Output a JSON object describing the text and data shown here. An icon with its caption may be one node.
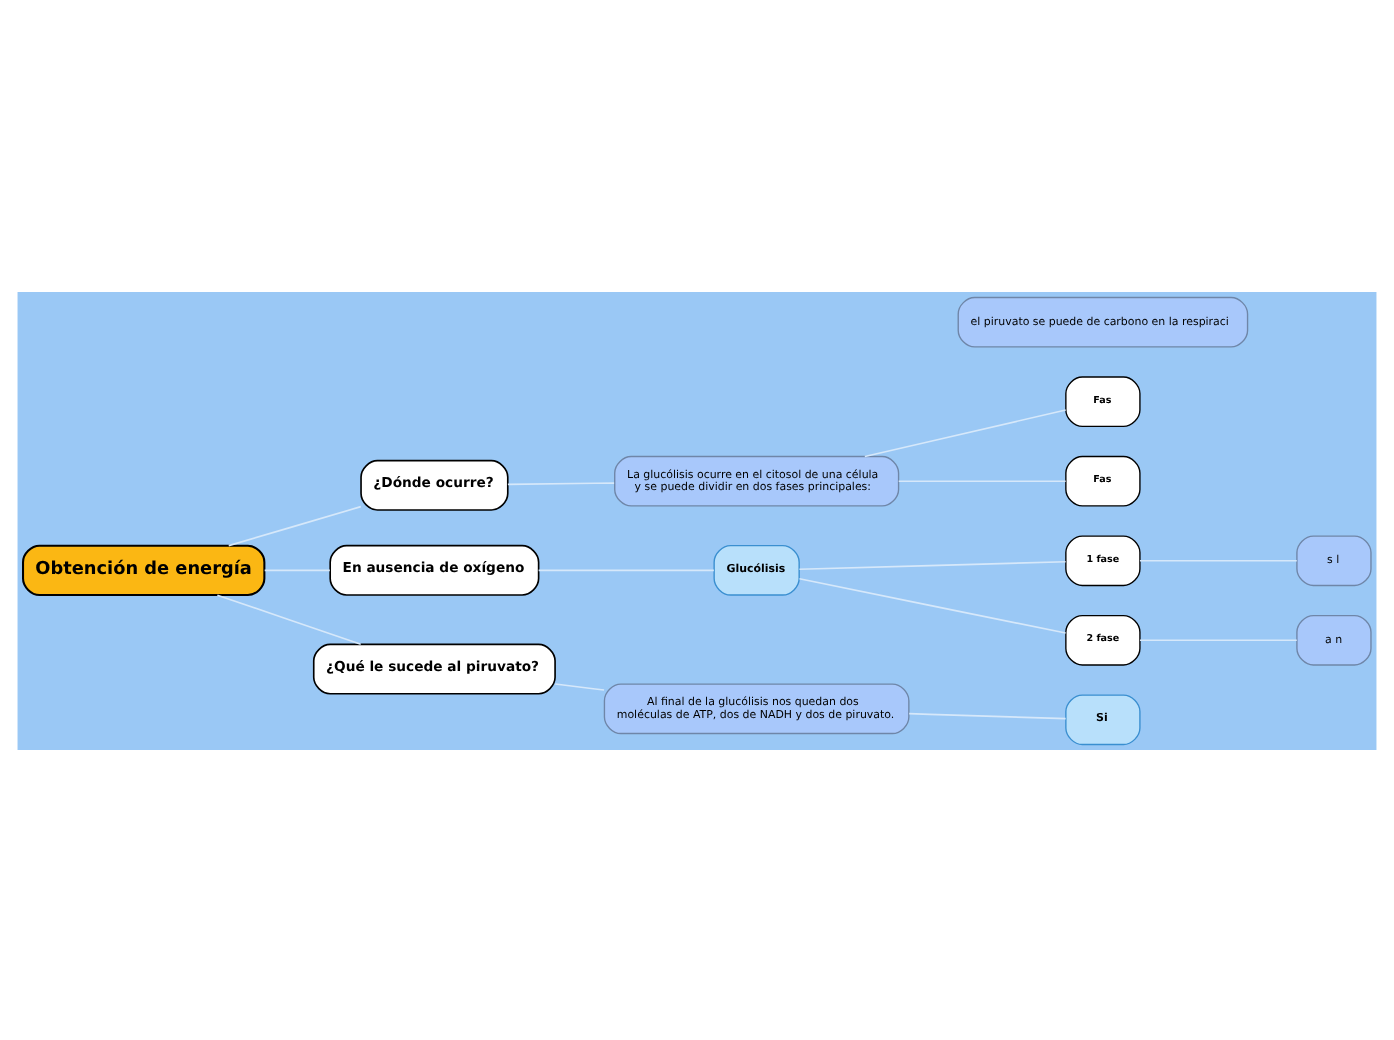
{
  "diagram": {
    "nodes": [
      {
        "text": [
          "Obtención de energía"
        ]
      },
      {
        "text": [
          "¿Dónde ocurre?"
        ]
      },
      {
        "text": [
          "La glucólisis ocurre en el citosol de una célula y se puede dividir en dos fases principales:"
        ]
      },
      {
        "text": [
          "Fas"
        ]
      },
      {
        "text": [
          "Fas"
        ]
      },
      {
        "text": [
          "En ausencia de oxígeno"
        ]
      },
      {
        "text": [
          "Glucólisis"
        ]
      },
      {
        "text": [
          "1 fase"
        ]
      },
      {
        "text": [
          "2 fase"
        ]
      },
      {
        "text": [
          "s l"
        ]
      },
      {
        "text": [
          "a n"
        ]
      },
      {
        "text": [
          "¿Qué le sucede al piruvato?"
        ]
      },
      {
        "text": [
          "Al final de la glucólisis nos quedan dos moléculas de ATP, dos de NADH y dos de piruvato."
        ]
      },
      {
        "text": [
          "Si"
        ]
      },
      {
        "text": [
          "el piruvato se puede de carbono en la respiraci"
        ]
      }
    ],
    "edges": [
      {
        "from": 0,
        "to": 1,
        "arrow": "none"
      },
      {
        "from": 1,
        "to": 2,
        "arrow": "none"
      },
      {
        "from": 2,
        "to": 3,
        "arrow": "none"
      },
      {
        "from": 2,
        "to": 4,
        "arrow": "none"
      },
      {
        "from": 0,
        "to": 5,
        "arrow": "none"
      },
      {
        "from": 5,
        "to": 6,
        "arrow": "none"
      },
      {
        "from": 6,
        "to": 7,
        "arrow": "none"
      },
      {
        "from": 6,
        "to": 8,
        "arrow": "none"
      },
      {
        "from": 7,
        "to": 9,
        "arrow": "none"
      },
      {
        "from": 8,
        "to": 10,
        "arrow": "none"
      },
      {
        "from": 0,
        "to": 11,
        "arrow": "none"
      },
      {
        "from": 11,
        "to": 12,
        "arrow": "none"
      },
      {
        "from": 12,
        "to": 13,
        "arrow": "none"
      }
    ]
  }
}
